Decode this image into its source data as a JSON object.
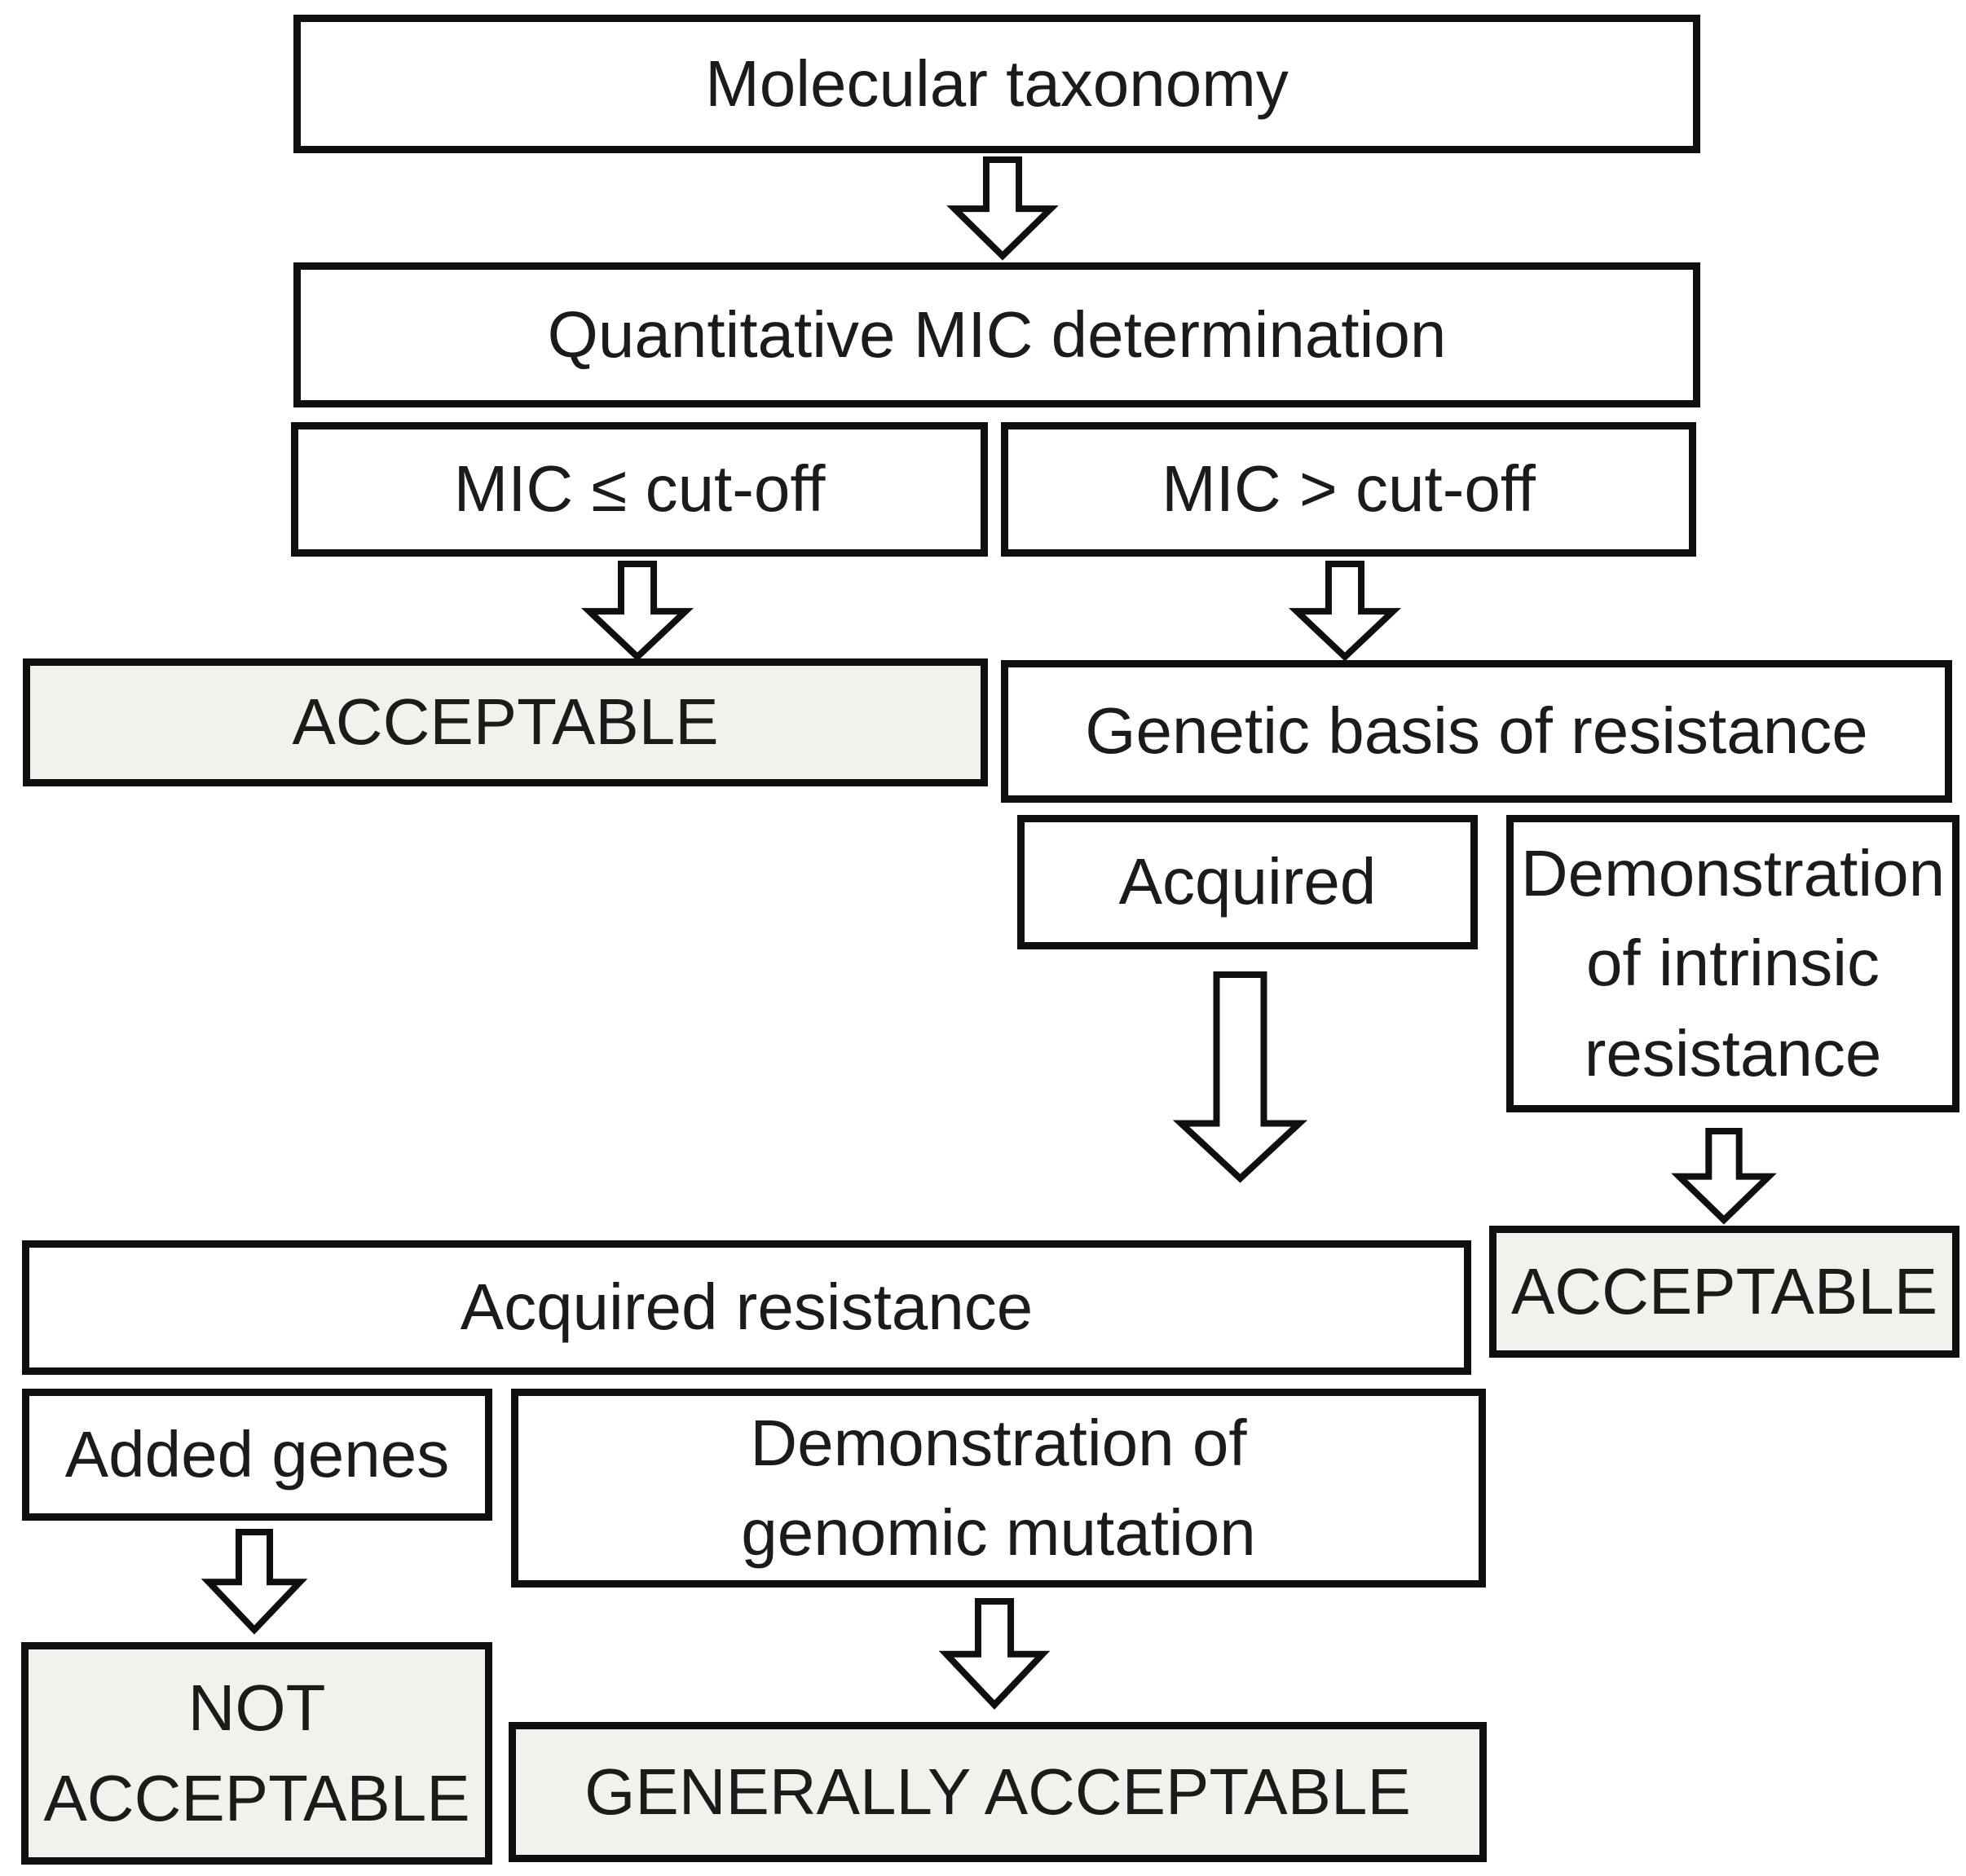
{
  "diagram": {
    "type": "flowchart",
    "background_color": "#ffffff",
    "colors": {
      "box_border": "#0f0f0f",
      "box_fill_white": "#ffffff",
      "box_fill_shaded": "#f3f1eb",
      "text": "#1b1b1b",
      "arrow_fill": "#ffffff",
      "arrow_stroke": "#0f0f0f"
    },
    "nodes": [
      {
        "id": "molecular-taxonomy",
        "label": "Molecular taxonomy",
        "fill": "white"
      },
      {
        "id": "quantitative-mic",
        "label": "Quantitative MIC determination",
        "fill": "white"
      },
      {
        "id": "mic-le-cutoff",
        "label": "MIC ≤ cut-off",
        "fill": "white"
      },
      {
        "id": "mic-gt-cutoff",
        "label": "MIC > cut-off",
        "fill": "white"
      },
      {
        "id": "acceptable-left",
        "label": "ACCEPTABLE",
        "fill": "shaded"
      },
      {
        "id": "genetic-basis-of-resistance",
        "label": "Genetic basis of resistance",
        "fill": "white"
      },
      {
        "id": "acquired",
        "label": "Acquired",
        "fill": "white"
      },
      {
        "id": "intrinsic-resistance",
        "label": "Demonstration\nof intrinsic\nresistance",
        "fill": "white"
      },
      {
        "id": "acceptable-right",
        "label": "ACCEPTABLE",
        "fill": "shaded"
      },
      {
        "id": "acquired-resistance",
        "label": "Acquired resistance",
        "fill": "white"
      },
      {
        "id": "added-genes",
        "label": "Added genes",
        "fill": "white"
      },
      {
        "id": "genomic-mutation",
        "label": "Demonstration of\ngenomic mutation",
        "fill": "white"
      },
      {
        "id": "not-acceptable",
        "label": "NOT\nACCEPTABLE",
        "fill": "shaded"
      },
      {
        "id": "generally-acceptable",
        "label": "GENERALLY ACCEPTABLE",
        "fill": "shaded"
      }
    ],
    "edges": [
      {
        "from": "molecular-taxonomy",
        "to": "quantitative-mic",
        "icon": "down-arrow"
      },
      {
        "from": "mic-le-cutoff",
        "to": "acceptable-left",
        "icon": "down-arrow"
      },
      {
        "from": "mic-gt-cutoff",
        "to": "genetic-basis-of-resistance",
        "icon": "down-arrow"
      },
      {
        "from": "acquired",
        "to": "acquired-resistance",
        "icon": "down-arrow"
      },
      {
        "from": "intrinsic-resistance",
        "to": "acceptable-right",
        "icon": "down-arrow"
      },
      {
        "from": "added-genes",
        "to": "not-acceptable",
        "icon": "down-arrow"
      },
      {
        "from": "genomic-mutation",
        "to": "generally-acceptable",
        "icon": "down-arrow"
      }
    ]
  }
}
